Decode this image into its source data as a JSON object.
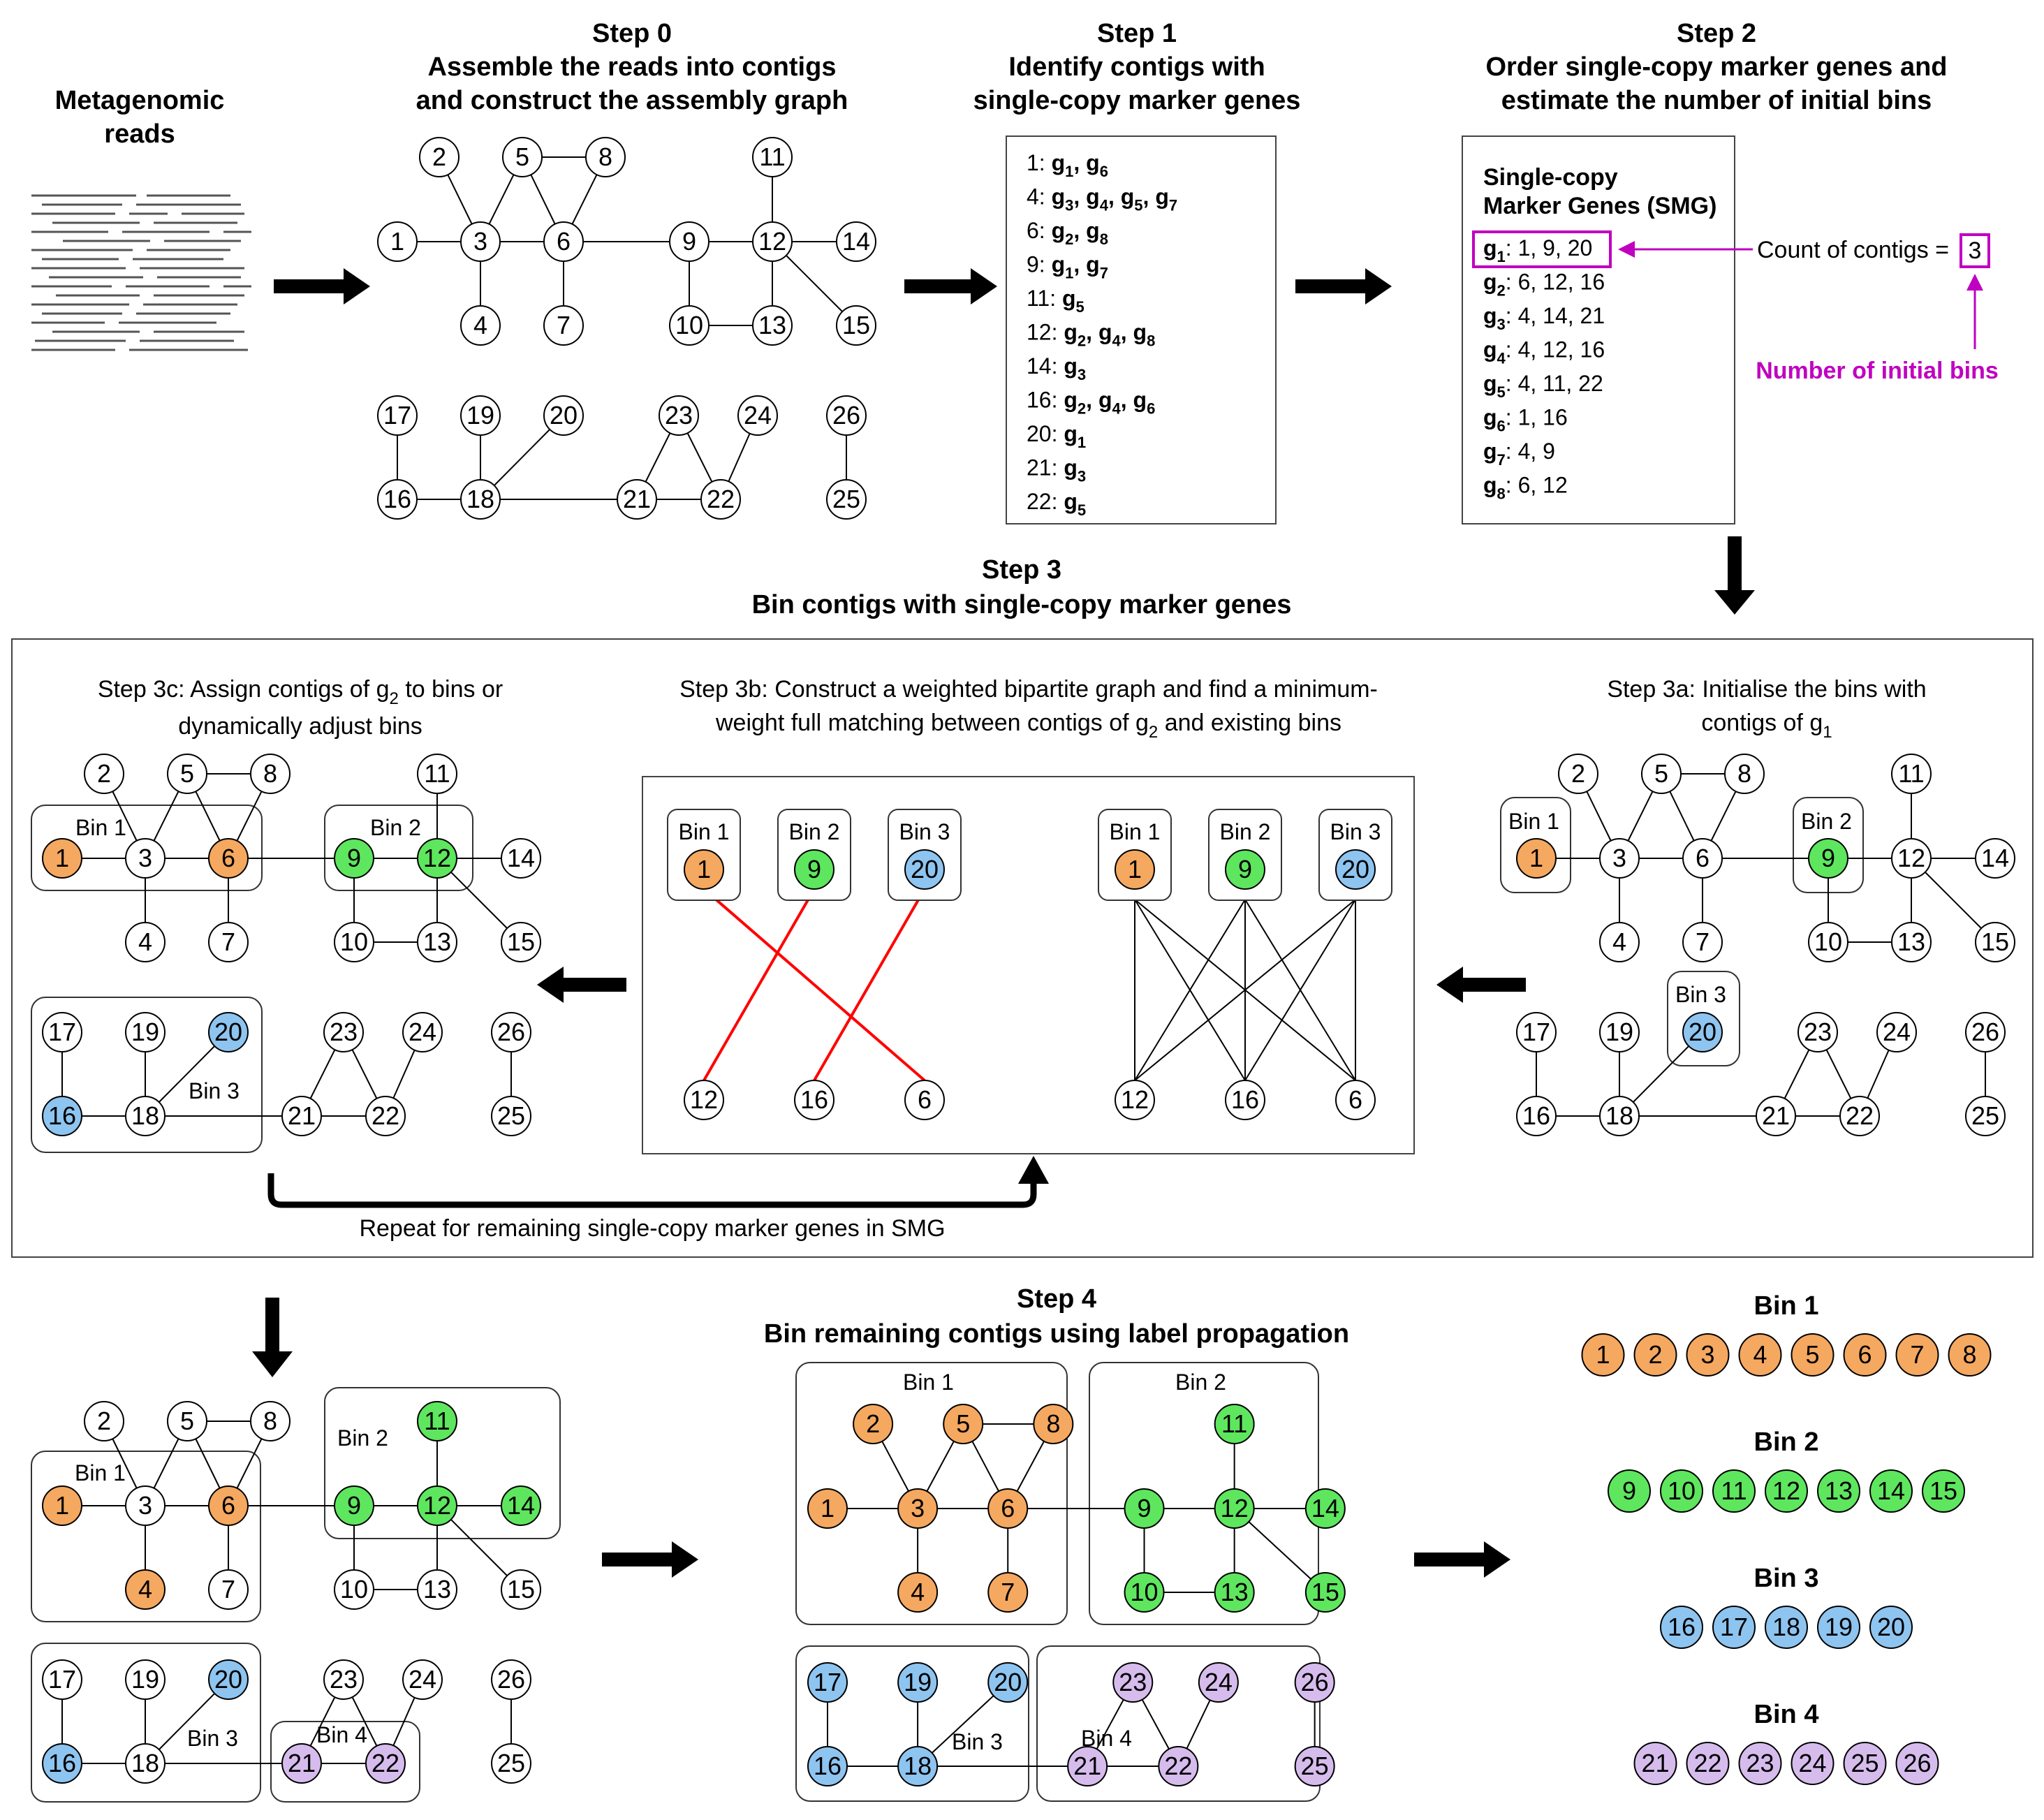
{
  "headers": {
    "reads": [
      "Metagenomic",
      "reads"
    ],
    "step0": [
      "Step 0",
      "Assemble the reads into contigs",
      "and construct the assembly graph"
    ],
    "step1": [
      "Step 1",
      "Identify contigs with",
      "single-copy marker genes"
    ],
    "step2": [
      "Step 2",
      "Order single-copy marker genes and",
      "estimate the number of initial bins"
    ],
    "step3": [
      "Step 3",
      "Bin contigs with single-copy marker genes"
    ],
    "step3a": [
      "Step 3a: Initialise the bins with",
      "contigs of g",
      "1"
    ],
    "step3b": [
      "Step 3b: Construct a weighted bipartite graph and find a minimum-",
      "weight full matching between contigs of g",
      "2",
      " and existing bins"
    ],
    "step3c": [
      "Step 3c: Assign contigs of g",
      "2",
      " to bins or",
      "dynamically adjust bins"
    ],
    "repeat": "Repeat for remaining single-copy marker genes in SMG",
    "step4": [
      "Step 4",
      "Bin remaining contigs using label propagation"
    ]
  },
  "step1_list": [
    {
      "contig": "1",
      "genes": [
        "1",
        "6"
      ]
    },
    {
      "contig": "4",
      "genes": [
        "3",
        "4",
        "5",
        "7"
      ]
    },
    {
      "contig": "6",
      "genes": [
        "2",
        "8"
      ]
    },
    {
      "contig": "9",
      "genes": [
        "1",
        "7"
      ]
    },
    {
      "contig": "11",
      "genes": [
        "5"
      ]
    },
    {
      "contig": "12",
      "genes": [
        "2",
        "4",
        "8"
      ]
    },
    {
      "contig": "14",
      "genes": [
        "3"
      ]
    },
    {
      "contig": "16",
      "genes": [
        "2",
        "4",
        "6"
      ]
    },
    {
      "contig": "20",
      "genes": [
        "1"
      ]
    },
    {
      "contig": "21",
      "genes": [
        "3"
      ]
    },
    {
      "contig": "22",
      "genes": [
        "5"
      ]
    }
  ],
  "smg": {
    "title": [
      "Single-copy",
      "Marker Genes (SMG)"
    ],
    "rows": [
      {
        "gene": "1",
        "contigs": "1, 9, 20"
      },
      {
        "gene": "2",
        "contigs": "6, 12, 16"
      },
      {
        "gene": "3",
        "contigs": "4, 14, 21"
      },
      {
        "gene": "4",
        "contigs": "4, 12, 16"
      },
      {
        "gene": "5",
        "contigs": "4, 11, 22"
      },
      {
        "gene": "6",
        "contigs": "1, 16"
      },
      {
        "gene": "7",
        "contigs": "4, 9"
      },
      {
        "gene": "8",
        "contigs": "6, 12"
      }
    ],
    "count_label": "Count of contigs =",
    "count_value": "3",
    "initial_bins_label": "Number of initial bins"
  },
  "bin_labels": {
    "bin1": "Bin 1",
    "bin2": "Bin 2",
    "bin3": "Bin 3",
    "bin4": "Bin 4"
  },
  "bipartite": {
    "bins": [
      {
        "label": "Bin 1",
        "contig": "1"
      },
      {
        "label": "Bin 2",
        "contig": "9"
      },
      {
        "label": "Bin 3",
        "contig": "20"
      }
    ],
    "g2_contigs": [
      "12",
      "16",
      "6"
    ]
  },
  "final_bins": [
    {
      "label": "Bin 1",
      "contigs": [
        "1",
        "2",
        "3",
        "4",
        "5",
        "6",
        "7",
        "8"
      ]
    },
    {
      "label": "Bin 2",
      "contigs": [
        "9",
        "10",
        "11",
        "12",
        "13",
        "14",
        "15"
      ]
    },
    {
      "label": "Bin 3",
      "contigs": [
        "16",
        "17",
        "18",
        "19",
        "20"
      ]
    },
    {
      "label": "Bin 4",
      "contigs": [
        "21",
        "22",
        "23",
        "24",
        "25",
        "26"
      ]
    }
  ],
  "colors": {
    "bin1": "#F5A860",
    "bin2": "#5EE65E",
    "bin3": "#8EC4F0",
    "bin4": "#D6BCEC",
    "highlight": "#C000C0",
    "matching": "#FF0000",
    "arrow": "#000000"
  },
  "graph_edges": [
    [
      "1",
      "3"
    ],
    [
      "2",
      "3"
    ],
    [
      "3",
      "5"
    ],
    [
      "3",
      "6"
    ],
    [
      "5",
      "6"
    ],
    [
      "5",
      "8"
    ],
    [
      "6",
      "8"
    ],
    [
      "3",
      "4"
    ],
    [
      "6",
      "7"
    ],
    [
      "6",
      "9"
    ],
    [
      "9",
      "12"
    ],
    [
      "9",
      "10"
    ],
    [
      "10",
      "13"
    ],
    [
      "12",
      "13"
    ],
    [
      "11",
      "12"
    ],
    [
      "12",
      "14"
    ],
    [
      "12",
      "15"
    ],
    [
      "17",
      "16"
    ],
    [
      "16",
      "18"
    ],
    [
      "18",
      "19"
    ],
    [
      "18",
      "20"
    ],
    [
      "18",
      "21"
    ],
    [
      "21",
      "23"
    ],
    [
      "23",
      "22"
    ],
    [
      "22",
      "24"
    ],
    [
      "21",
      "22"
    ],
    [
      "26",
      "25"
    ]
  ]
}
